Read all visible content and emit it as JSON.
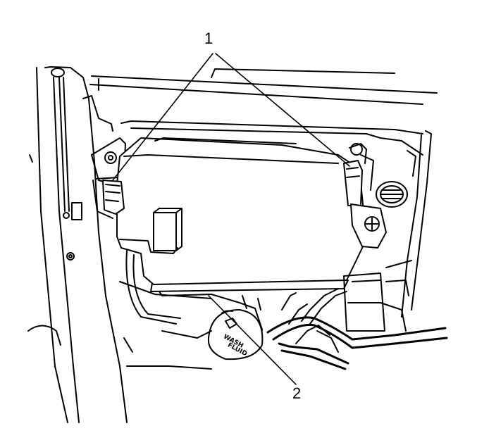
{
  "callouts": {
    "one": "1",
    "two": "2"
  },
  "parts": {
    "reservoir_cap_line1": "WASH",
    "reservoir_cap_line2": "FLUID"
  },
  "colors": {
    "ink": "#000000",
    "paper": "#ffffff"
  }
}
